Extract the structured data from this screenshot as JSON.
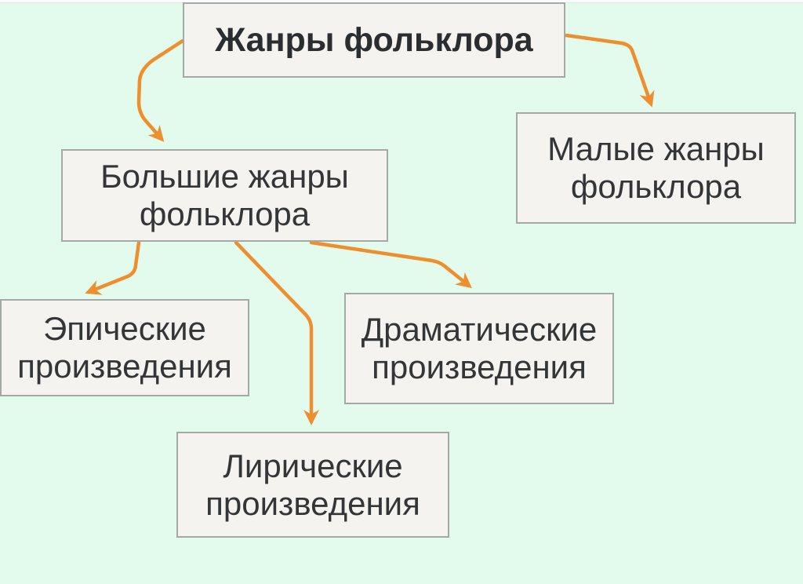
{
  "diagram": {
    "nodes": {
      "root": {
        "label": "Жанры фольклора"
      },
      "large": {
        "label": "Большие жанры фольклора"
      },
      "small": {
        "label": "Малые жанры фольклора"
      },
      "epic": {
        "label": "Эпические произведения"
      },
      "lyric": {
        "label": "Лирические произведения"
      },
      "dramatic": {
        "label": "Драматические произведения"
      }
    },
    "edges": [
      {
        "from": "root",
        "to": "large"
      },
      {
        "from": "root",
        "to": "small"
      },
      {
        "from": "large",
        "to": "epic"
      },
      {
        "from": "large",
        "to": "lyric"
      },
      {
        "from": "large",
        "to": "dramatic"
      }
    ],
    "colors": {
      "background": "#e3fbed",
      "box_fill": "#f4f3ef",
      "box_border": "#a3aaa5",
      "arrow": "#ef8e2e",
      "text": "#333537",
      "title_text": "#2b2e31"
    }
  }
}
